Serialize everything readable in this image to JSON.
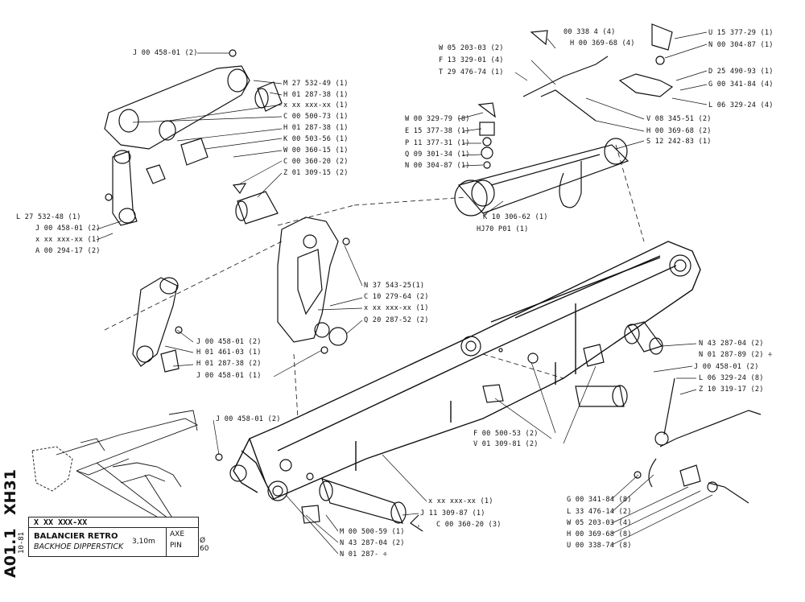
{
  "sheet": {
    "group_code": "XH31",
    "page_code": "A01.1",
    "revision": "10-81"
  },
  "title_block": {
    "ref": "X XX XXX-XX",
    "title_fr": "BALANCIER RETRO",
    "title_en": "BACKHOE DIPPERSTICK",
    "size": "3,10m",
    "axe_label": "AXE",
    "pin_label": "PIN",
    "pin_diameter": "Ø 60"
  },
  "callouts": [
    "J 00 458-01 (2)",
    "M 27 532-49 (1)",
    "H 01 287-38 (1)",
    "x xx xxx-xx (1)",
    "C 00 500-73 (1)",
    "H 01 287-38 (1)",
    "K 00 503-56 (1)",
    "W 00 360-15 (1)",
    "C 00 360-20 (2)",
    "Z 01 309-15 (2)",
    "L 27 532-48 (1)",
    "J 00 458-01 (2)",
    "x xx xxx-xx (1)",
    "A 00 294-17 (2)",
    "N 37 543-25(1)",
    "C 10 279-64 (2)",
    "x xx xxx-xx (1)",
    "Q 20 287-52 (2)",
    "J 00 458-01 (2)",
    "H 01 461-03 (1)",
    "H 01 287-38 (2)",
    "J 00 458-01 (1)",
    "J 00 458-01 (2)",
    "W 05 203-03 (2)",
    "F 13 329-01 (4)",
    "T 29 476-74 (1)",
    "W 00 329-79 (8)",
    "E 15 377-38 (1)",
    "P 11 377-31 (1)",
    "Q 09 301-34 (1)",
    "N 00 304-87 (1)",
    "K 10 306-62 (1)",
    "HJ70 P01 (1)",
    "00 338   4 (4)",
    "H 00 369-68 (4)",
    "U 15 377-29 (1)",
    "N 00 304-87 (1)",
    "D 25 490-93 (1)",
    "G 00 341-84 (4)",
    "L 06 329-24 (4)",
    "V 08 345-51 (2)",
    "H 00 369-68 (2)",
    "S 12 242-83 (1)",
    "N 43 287-04 (2)",
    "N 01 287-89 (2) ÷",
    "J 00 458-01 (2)",
    "L 06 329-24 (8)",
    "Z 10 319-17 (2)",
    "F 00 500-53 (2)",
    "V 01 309-81 (2)",
    "G 00 341-84 (8)",
    "L 33 476-14 (2)",
    "W 05 203-03 (4)",
    "H 00 369-68 (8)",
    "U 00 338-74 (8)",
    "x xx xxx-xx (1)",
    "J 11 309-87 (1)",
    "C 00 360-20 (3)",
    "M 00 500-59 (1)",
    "N 43 287-04 (2)",
    "N 01 287-      ÷"
  ]
}
